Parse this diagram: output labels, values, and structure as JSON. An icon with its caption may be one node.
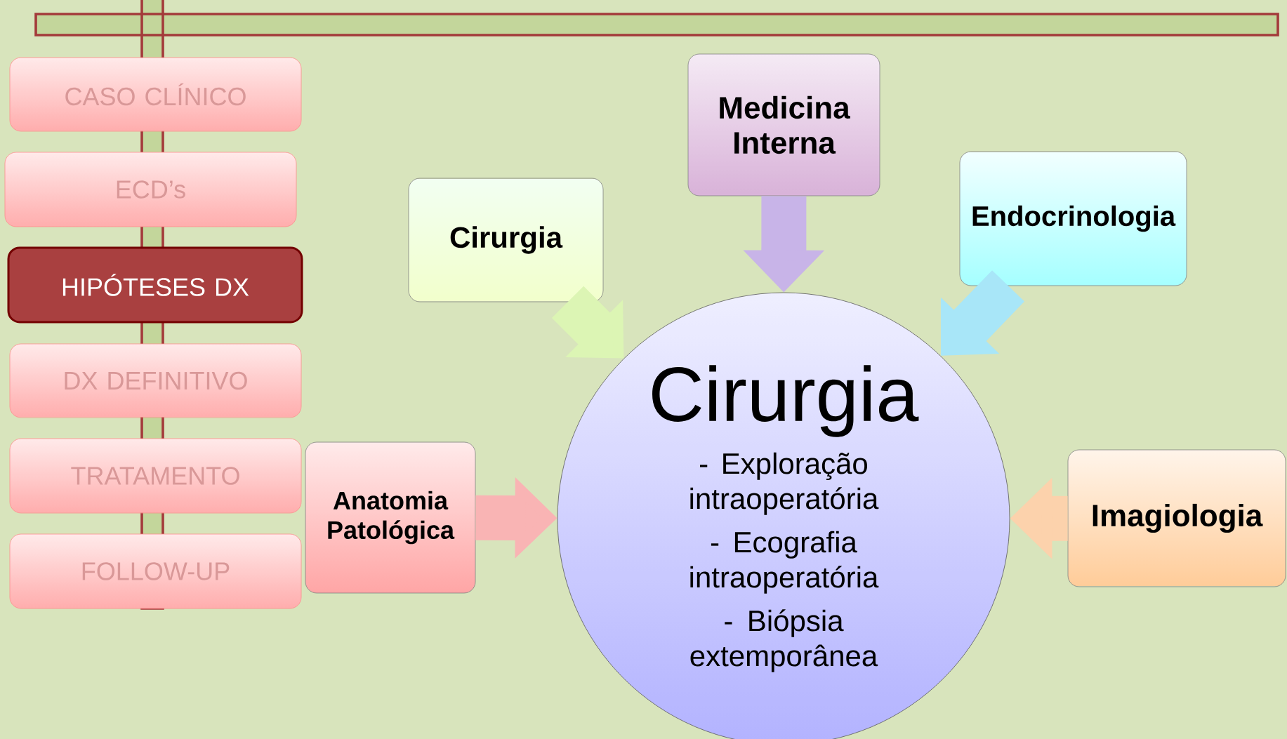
{
  "diagram": {
    "nodes": [
      {
        "text": [
          "CASO CLÍNICO"
        ]
      },
      {
        "text": [
          "ECD’s"
        ]
      },
      {
        "text": [
          "HIPÓTESES DX"
        ]
      },
      {
        "text": [
          "DX DEFINITIVO"
        ]
      },
      {
        "text": [
          "TRATAMENTO"
        ]
      },
      {
        "text": [
          "FOLLOW-UP"
        ]
      },
      {
        "text": [
          "Medicina Interna"
        ]
      },
      {
        "text": [
          "Cirurgia"
        ]
      },
      {
        "text": [
          "Endocrinologia"
        ]
      },
      {
        "text": [
          "Anatomia Patológica"
        ]
      },
      {
        "text": [
          "Cirurgia",
          "- Exploração intraoperatória",
          "- Ecografia intraoperatória",
          "- Biópsia extemporânea"
        ]
      },
      {
        "text": [
          "Imagiologia"
        ]
      }
    ],
    "edges": [
      {
        "from": 6,
        "to": 10,
        "arrow": "to",
        "color": "#c8b4e8"
      },
      {
        "from": 7,
        "to": 10,
        "arrow": "to",
        "color": "#dcf5b4"
      },
      {
        "from": 8,
        "to": 10,
        "arrow": "to",
        "color": "#a8e6f8"
      },
      {
        "from": 9,
        "to": 10,
        "arrow": "to",
        "color": "#f9b4b4"
      },
      {
        "from": 11,
        "to": 10,
        "arrow": "to",
        "color": "#fcd2ac"
      }
    ]
  }
}
